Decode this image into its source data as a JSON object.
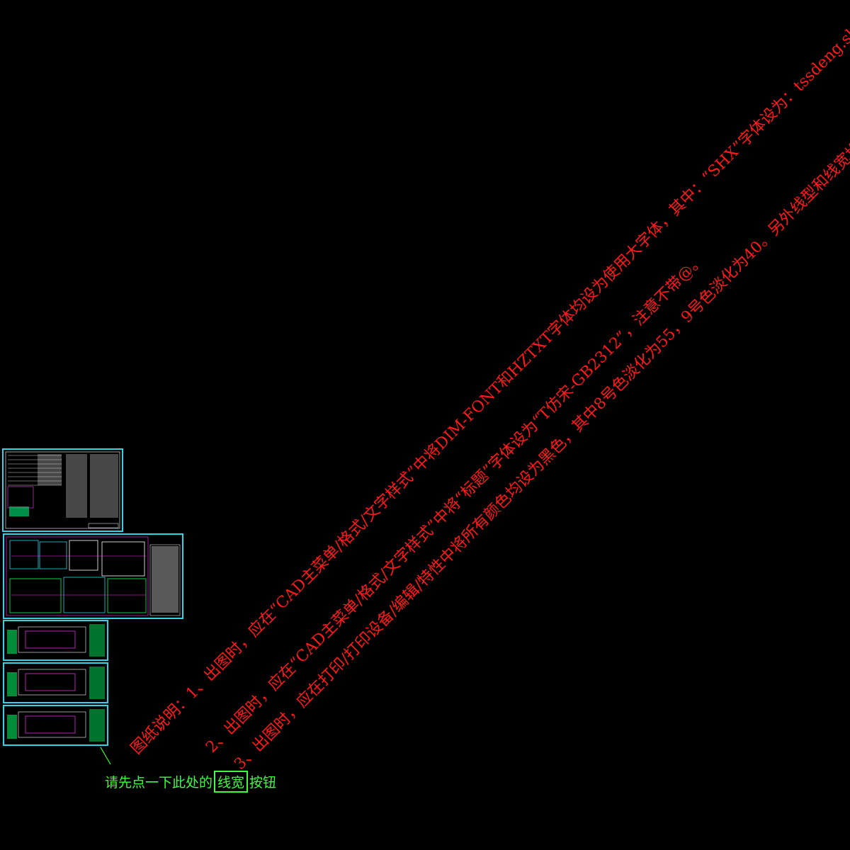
{
  "notes": {
    "line1": "图纸说明：1、出图时，应在“CAD主菜单/格式/文字样式”中将DIM-FONT和HZTXT字体均设为使用大字体，其中：“SHX”字体设为：tssdeng.shx，“大字体”设为：tssdchn.shx。",
    "line2": "2、出图时，应在“CAD主菜单/格式/文字样式”中将“标题”字体设为“T仿宋-GB2312”，注意不带@。",
    "line3": "3、出图时，应在打印/打印设备/编辑/特性中将所有颜色均设为黑色，其中8号色淡化为55，9号色淡化为40。另外线型和线宽均设为使用对象线型和使用对象线宽。"
  },
  "hint": {
    "prefix": "请先点一下此处的",
    "button": "线宽",
    "suffix": "按钮"
  },
  "colors": {
    "background": "#000000",
    "note_text": "#ff1a1a",
    "hint_text": "#3cff3c",
    "sheet_frame": "#2fd4e6"
  }
}
